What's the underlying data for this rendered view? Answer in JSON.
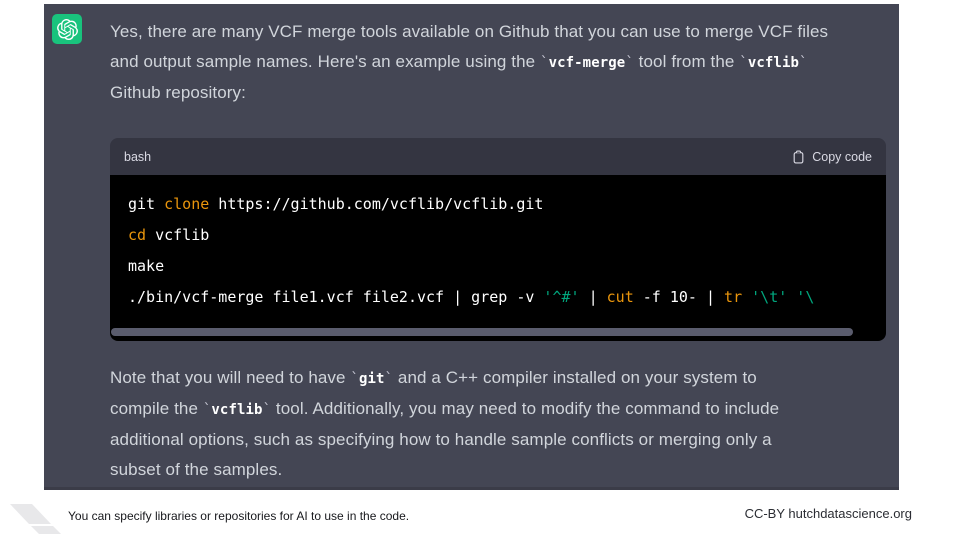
{
  "assistant_message": {
    "p1": {
      "l1": "Yes, there are many VCF merge tools available on Github that you can use to merge VCF files",
      "l2a": "and output sample names. Here's an example using the ",
      "l2_code1": "vcf-merge",
      "l2b": " tool from the ",
      "l2_code2": "vcflib",
      "l3": "Github repository:"
    },
    "code_block": {
      "language": "bash",
      "copy_label": "Copy code",
      "line1": {
        "t1": "git ",
        "t2": "clone",
        "t3": " https://github.com/vcflib/vcflib.git"
      },
      "line2": {
        "t1": "cd",
        "t2": " vcflib"
      },
      "line3": {
        "t1": "make"
      },
      "line4": {
        "t1": "./bin/vcf-merge file1.vcf file2.vcf | grep -v ",
        "t2": "'^#'",
        "t3": " | ",
        "t4": "cut",
        "t5": " -f 10- | ",
        "t6": "tr",
        "t7": " ",
        "t8": "'\\t'",
        "t9": " ",
        "t10": "'\\"
      }
    },
    "p2": {
      "l1a": "Note that you will need to have ",
      "l1_code": "git",
      "l1b": " and a C++ compiler installed on your system to",
      "l2a": "compile the ",
      "l2_code": "vcflib",
      "l2b": " tool. Additionally, you may need to modify the command to include",
      "l3": "additional options, such as specifying how to handle sample conflicts or merging only a",
      "l4": "subset of the samples."
    }
  },
  "footer": {
    "caption": "You can specify libraries or repositories for AI to use in the code.",
    "license": "CC-BY hutchdatascience.org"
  },
  "colors": {
    "avatar_green": "#19c37d",
    "panel_background": "#444654",
    "code_header_background": "#343541",
    "code_background": "#000000",
    "code_builtin_orange": "#e9950c",
    "code_string_green": "#00a67d"
  }
}
